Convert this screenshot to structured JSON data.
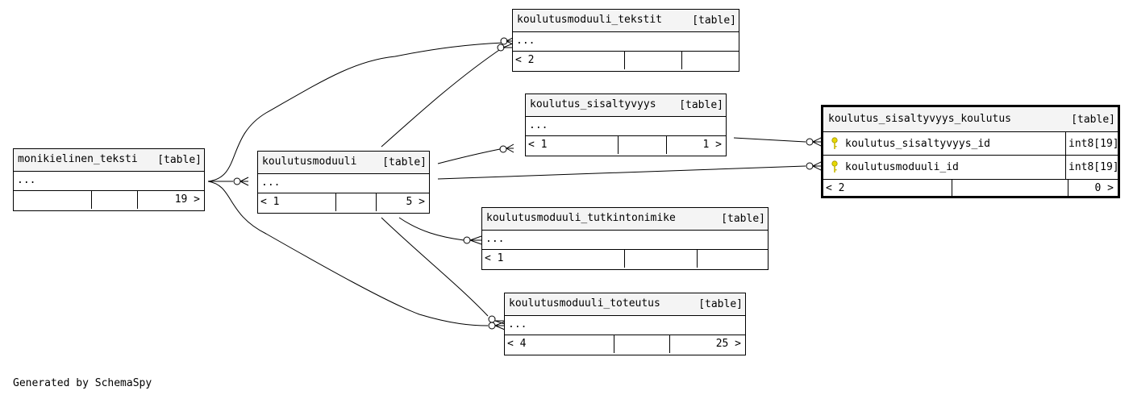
{
  "footer": {
    "generated_by": "Generated by SchemaSpy"
  },
  "colors": {
    "border": "#000000",
    "header_bg": "#f4f4f4",
    "key_icon": "#d8c800"
  },
  "icons": {
    "primary_key": "key-icon"
  },
  "tables": {
    "koulutusmoduuli_tekstit": {
      "name": "koulutusmoduuli_tekstit",
      "kind": "[table]",
      "columns": "...",
      "parents": "< 2",
      "children": ""
    },
    "koulutus_sisaltyvyys": {
      "name": "koulutus_sisaltyvyys",
      "kind": "[table]",
      "columns": "...",
      "parents": "< 1",
      "children": "1 >"
    },
    "koulutus_sisaltyvyys_koulutus": {
      "name": "koulutus_sisaltyvyys_koulutus",
      "kind": "[table]",
      "columns": [
        {
          "name": "koulutus_sisaltyvyys_id",
          "type": "int8[19]"
        },
        {
          "name": "koulutusmoduuli_id",
          "type": "int8[19]"
        }
      ],
      "parents": "< 2",
      "children": "0 >"
    },
    "monikielinen_teksti": {
      "name": "monikielinen_teksti",
      "kind": "[table]",
      "columns": "...",
      "parents": "",
      "children": "19 >"
    },
    "koulutusmoduuli": {
      "name": "koulutusmoduuli",
      "kind": "[table]",
      "columns": "...",
      "parents": "< 1",
      "children": "5 >"
    },
    "koulutusmoduuli_tutkintonimike": {
      "name": "koulutusmoduuli_tutkintonimike",
      "kind": "[table]",
      "columns": "...",
      "parents": "< 1",
      "children": ""
    },
    "koulutusmoduuli_toteutus": {
      "name": "koulutusmoduuli_toteutus",
      "kind": "[table]",
      "columns": "...",
      "parents": "< 4",
      "children": "25 >"
    }
  }
}
